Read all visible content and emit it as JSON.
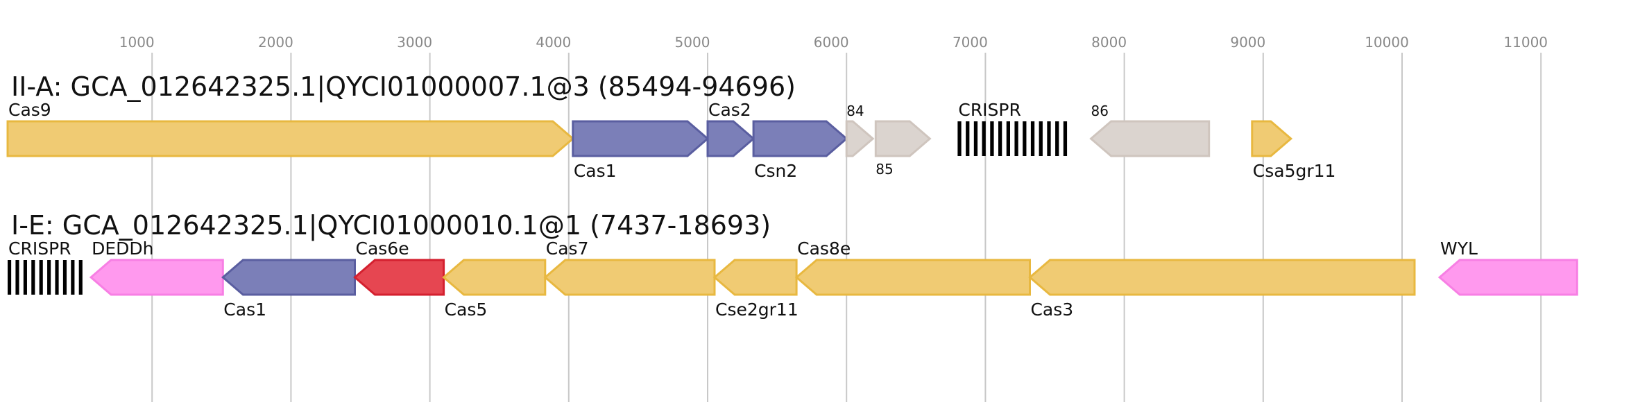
{
  "colors": {
    "cas_yellow": "#f0cb73",
    "cas_yellow_stroke": "#e8b840",
    "cas_blue": "#7b7fb8",
    "cas_blue_stroke": "#5a5ea0",
    "grey": "#dbd4cf",
    "grey_stroke": "#cfc5be",
    "pink": "#ff99ee",
    "pink_stroke": "#f77fe4",
    "red": "#e64651",
    "red_stroke": "#d4202f",
    "crispr": "#000000",
    "grid": "#c8c8c8"
  },
  "axis": {
    "min_bp": 0,
    "max_bp": 11500,
    "ticks": [
      1000,
      2000,
      3000,
      4000,
      5000,
      6000,
      7000,
      8000,
      9000,
      10000,
      11000
    ]
  },
  "tracks": [
    {
      "id": "II-A",
      "title": "II-A: GCA_012642325.1|QYCI01000007.1@3 (85494-94696)",
      "features": [
        {
          "name": "Cas9",
          "start": -40,
          "end": 4030,
          "strand": "+",
          "color": "cas_yellow",
          "label": "Cas9",
          "label_pos": "top",
          "label_size": "normal"
        },
        {
          "name": "Cas1",
          "start": 4030,
          "end": 5000,
          "strand": "+",
          "color": "cas_blue",
          "label": "Cas1",
          "label_pos": "bottom",
          "label_size": "normal"
        },
        {
          "name": "Cas2",
          "start": 5000,
          "end": 5330,
          "strand": "+",
          "color": "cas_blue",
          "label": "Cas2",
          "label_pos": "top",
          "label_size": "normal"
        },
        {
          "name": "Csn2",
          "start": 5330,
          "end": 6000,
          "strand": "+",
          "color": "cas_blue",
          "label": "Csn2",
          "label_pos": "bottom",
          "label_size": "normal"
        },
        {
          "name": "84",
          "start": 6000,
          "end": 6190,
          "strand": "+",
          "color": "grey",
          "label": "84",
          "label_pos": "top",
          "label_size": "small"
        },
        {
          "name": "85",
          "start": 6210,
          "end": 6600,
          "strand": "+",
          "color": "grey",
          "label": "85",
          "label_pos": "bottom",
          "label_size": "small"
        },
        {
          "name": "CRISPR",
          "start": 6800,
          "end": 7620,
          "type": "crispr",
          "repeats": 14,
          "label": "CRISPR",
          "label_pos": "top",
          "label_size": "normal"
        },
        {
          "name": "86",
          "start": 7760,
          "end": 8610,
          "strand": "-",
          "color": "grey",
          "label": "86",
          "label_pos": "top",
          "label_size": "small"
        },
        {
          "name": "Csa5gr11",
          "start": 8920,
          "end": 9200,
          "strand": "+",
          "color": "cas_yellow",
          "label": "Csa5gr11",
          "label_pos": "bottom",
          "label_size": "normal"
        }
      ]
    },
    {
      "id": "I-E",
      "title": "I-E: GCA_012642325.1|QYCI01000010.1@1 (7437-18693)",
      "features": [
        {
          "name": "CRISPR",
          "start": -40,
          "end": 530,
          "type": "crispr",
          "repeats": 10,
          "label": "CRISPR",
          "label_pos": "top",
          "label_size": "normal"
        },
        {
          "name": "DEDDh",
          "start": 560,
          "end": 1510,
          "strand": "-",
          "color": "pink",
          "label": "DEDDh",
          "label_pos": "top",
          "label_size": "normal"
        },
        {
          "name": "Cas1",
          "start": 1510,
          "end": 2460,
          "strand": "-",
          "color": "cas_blue",
          "label": "Cas1",
          "label_pos": "bottom",
          "label_size": "normal"
        },
        {
          "name": "Cas6e",
          "start": 2460,
          "end": 3100,
          "strand": "-",
          "color": "red",
          "label": "Cas6e",
          "label_pos": "top",
          "label_size": "normal"
        },
        {
          "name": "Cas5",
          "start": 3100,
          "end": 3830,
          "strand": "-",
          "color": "cas_yellow",
          "label": "Cas5",
          "label_pos": "bottom",
          "label_size": "normal"
        },
        {
          "name": "Cas7",
          "start": 3830,
          "end": 5050,
          "strand": "-",
          "color": "cas_yellow",
          "label": "Cas7",
          "label_pos": "top",
          "label_size": "normal"
        },
        {
          "name": "Cse2gr11",
          "start": 5050,
          "end": 5640,
          "strand": "-",
          "color": "cas_yellow",
          "label": "Cse2gr11",
          "label_pos": "bottom",
          "label_size": "normal"
        },
        {
          "name": "Cas8e",
          "start": 5640,
          "end": 7320,
          "strand": "-",
          "color": "cas_yellow",
          "label": "Cas8e",
          "label_pos": "top",
          "label_size": "normal"
        },
        {
          "name": "Cas3",
          "start": 7320,
          "end": 10090,
          "strand": "-",
          "color": "cas_yellow",
          "label": "Cas3",
          "label_pos": "bottom",
          "label_size": "normal"
        },
        {
          "name": "WYL",
          "start": 10270,
          "end": 11260,
          "strand": "-",
          "color": "pink",
          "label": "WYL",
          "label_pos": "top",
          "label_size": "normal"
        }
      ]
    }
  ]
}
